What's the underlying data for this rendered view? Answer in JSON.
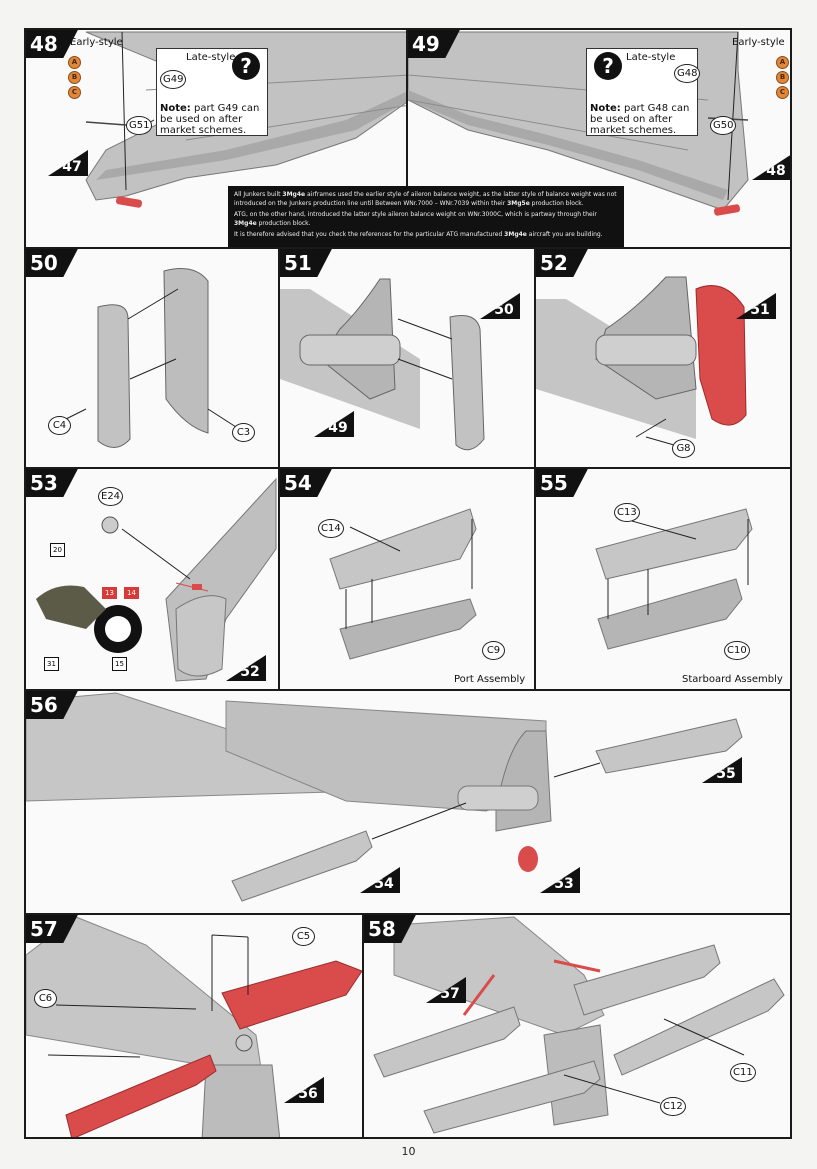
{
  "page_number": "10",
  "colors": {
    "accent_red": "#d94c4b",
    "part_grey": "#b9b9b9",
    "callout_orange": "#e1873b"
  },
  "steps": {
    "s48": {
      "num": "48",
      "early_label": "Early-style",
      "late_label": "Late-style",
      "options": [
        "A",
        "B",
        "C"
      ],
      "part_late": "G49",
      "part_early": "G51",
      "note_bold": "Note:",
      "note_text": "part G49 can be used on after market schemes.",
      "ref": "47",
      "icon": "question-icon"
    },
    "s49": {
      "num": "49",
      "early_label": "Early-style",
      "late_label": "Late-style",
      "options": [
        "A",
        "B",
        "C"
      ],
      "part_late": "G48",
      "part_early": "G50",
      "note_bold": "Note:",
      "note_text": "part G48 can be used on after market schemes.",
      "ref": "48",
      "icon": "question-icon"
    },
    "info": {
      "p1_a": "All Junkers built ",
      "p1_b": "3Mg4e",
      "p1_c": " airframes used the earlier style of aileron balance weight, as the latter style of balance weight was not introduced on the Junkers production line until Between WNr.7000 – WNr.7039 within their ",
      "p1_d": "3Mg5e",
      "p1_e": " production block.",
      "p2_a": "ATG, on the other hand, introduced the latter style aileron balance weight on WNr.3000C, which is partway through their ",
      "p2_b": "3Mg4e",
      "p2_c": " production block.",
      "p3_a": "It is therefore advised that you check the references for the particular ATG manufactured ",
      "p3_b": "3Mg4e",
      "p3_c": " aircraft you are building."
    },
    "s50": {
      "num": "50",
      "parts": [
        "C4",
        "C3"
      ]
    },
    "s51": {
      "num": "51",
      "ref_top": "50",
      "ref_bottom": "49"
    },
    "s52": {
      "num": "52",
      "ref": "51",
      "part": "G8"
    },
    "s53": {
      "num": "53",
      "part": "E24",
      "ref": "52",
      "paint": {
        "top": "20",
        "red": [
          "13",
          "14"
        ],
        "left": "31",
        "right": "15"
      }
    },
    "s54": {
      "num": "54",
      "parts": [
        "C14",
        "C9"
      ],
      "caption": "Port Assembly"
    },
    "s55": {
      "num": "55",
      "parts": [
        "C13",
        "C10"
      ],
      "caption": "Starboard Assembly"
    },
    "s56": {
      "num": "56",
      "refs": [
        "55",
        "54",
        "53"
      ]
    },
    "s57": {
      "num": "57",
      "parts": [
        "C5",
        "C6"
      ],
      "ref": "56"
    },
    "s58": {
      "num": "58",
      "parts": [
        "C11",
        "C12"
      ],
      "ref": "57"
    }
  }
}
